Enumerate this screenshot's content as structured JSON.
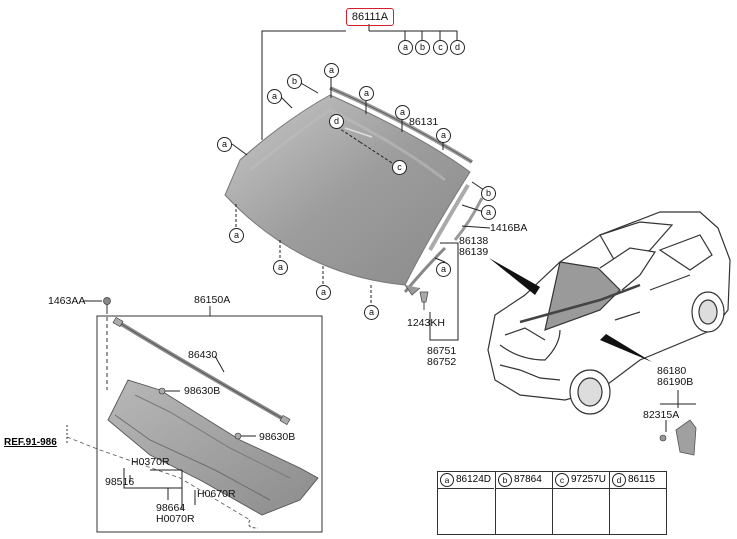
{
  "diagram": {
    "main_part_number": "86111A",
    "ref_label": "REF.91-986",
    "labels": {
      "p86131": "86131",
      "p1416BA": "1416BA",
      "p86138_86139": "86138\n86139",
      "p1243KH": "1243KH",
      "p86751_86752": "86751\n86752",
      "p1463AA": "1463AA",
      "p86150A": "86150A",
      "p86430": "86430",
      "p98630B_top": "98630B",
      "p98630B_bottom": "98630B",
      "pH0370R": "H0370R",
      "p98516": "98516",
      "pH0670R": "H0670R",
      "p98664_H0070R": "98664\nH0070R",
      "p86180_86190B": "86180\n86190B",
      "p82315A": "82315A"
    },
    "callout_letters": [
      "a",
      "b",
      "c",
      "d"
    ],
    "legend": [
      {
        "letter": "a",
        "part": "86124D"
      },
      {
        "letter": "b",
        "part": "87864"
      },
      {
        "letter": "c",
        "part": "97257U"
      },
      {
        "letter": "d",
        "part": "86115"
      }
    ]
  }
}
